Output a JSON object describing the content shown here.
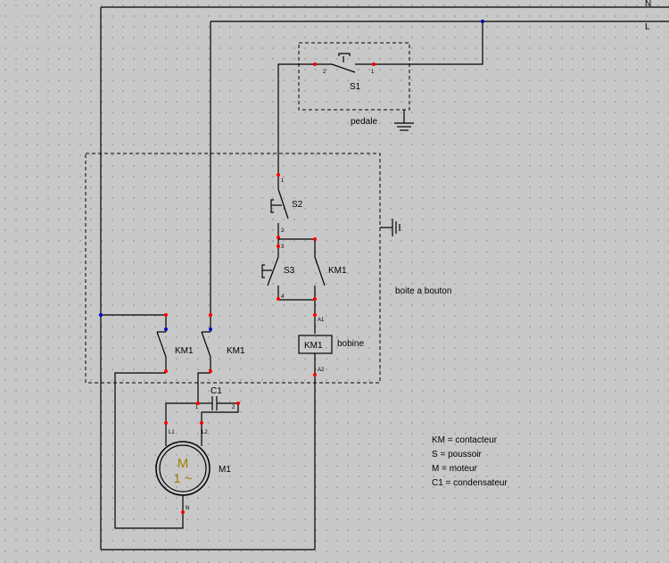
{
  "rails": {
    "neutral": "N",
    "line": "L"
  },
  "pedal": {
    "switch_label": "S1",
    "pin_left": "2",
    "pin_right": "1",
    "enclosure_label": "pedale"
  },
  "button_box": {
    "label": "boite a bouton",
    "s2": {
      "label": "S2",
      "pin_top": "1",
      "pin_bottom": "2"
    },
    "s3": {
      "label": "S3",
      "pin_top": "3",
      "pin_bottom": "4"
    },
    "aux_contact": "KM1",
    "main_contact_1": "KM1",
    "main_contact_2": "KM1"
  },
  "coil": {
    "box_label": "KM1",
    "name": "bobine",
    "pin_top": "A1",
    "pin_bottom": "A2"
  },
  "capacitor": {
    "label": "C1",
    "pin_left": "1",
    "pin_right": "2"
  },
  "motor": {
    "label": "M1",
    "symbol_top": "M",
    "symbol_bottom": "1 ~",
    "pin_l1": "L1",
    "pin_l2": "L2",
    "pin_n": "N"
  },
  "legend": [
    "KM = contacteur",
    "S = poussoir",
    "M = moteur",
    "C1 = condensateur"
  ],
  "colors": {
    "wire": "#000000",
    "terminal_red": "#ff0000",
    "terminal_blue": "#0000cc",
    "motor_text": "#a08000",
    "background": "#c8c8c8",
    "grid_dot": "#555555"
  }
}
